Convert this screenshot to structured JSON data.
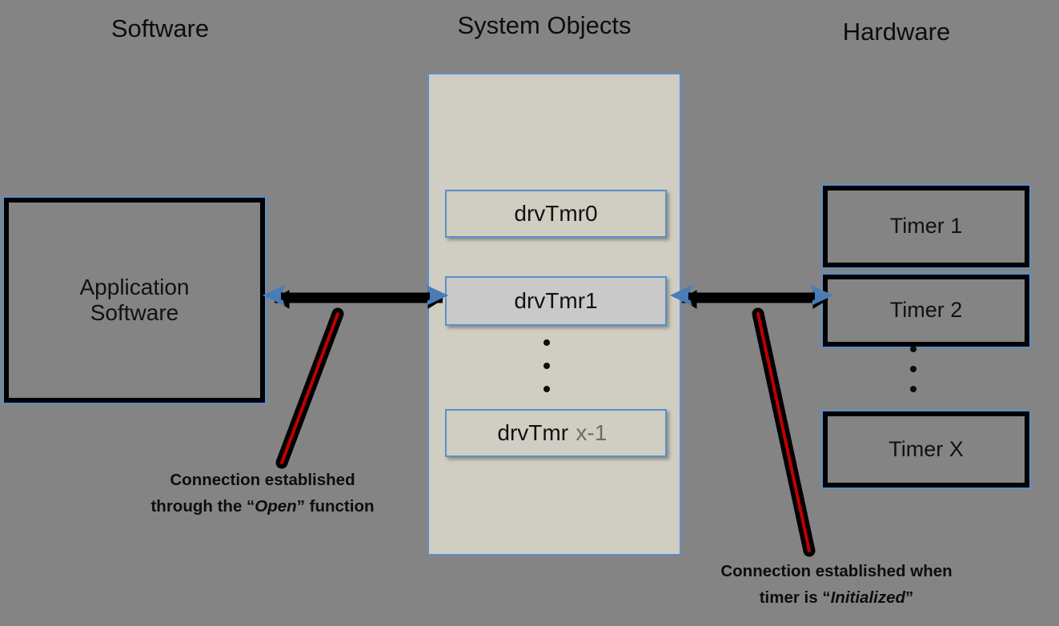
{
  "diagram": {
    "title_columns": [
      {
        "id": "software",
        "label": "Software"
      },
      {
        "id": "system-objects",
        "label": "System Objects"
      },
      {
        "id": "hardware",
        "label": "Hardware"
      }
    ],
    "software": {
      "box_label": "Application\nSoftware"
    },
    "system_objects": {
      "container_fill": "#d0cdc3",
      "items": [
        {
          "id": "drvtmr0",
          "base": "drvTmr0",
          "paren_open": "",
          "index": "",
          "paren_close": "",
          "highlighted": false
        },
        {
          "id": "drvtmr1",
          "base": "drvTmr1",
          "paren_open": "",
          "index": "",
          "paren_close": "",
          "highlighted": true
        },
        {
          "id": "drvtmrx-1",
          "base": "drvTmr",
          "paren_open": "(",
          "index": "x-1",
          "paren_close": ")",
          "highlighted": false
        }
      ],
      "ellipsis": "•••"
    },
    "hardware": {
      "items": [
        {
          "id": "timer1",
          "label": "Timer 1"
        },
        {
          "id": "timer2",
          "label": "Timer 2"
        },
        {
          "id": "timerx",
          "label": "Timer X"
        }
      ],
      "ellipsis": "•••"
    },
    "connectors": [
      {
        "id": "sw-to-sysobj",
        "kind": "double-arrow",
        "from": "Application Software",
        "to": "drvTmr1"
      },
      {
        "id": "sysobj-to-hw",
        "kind": "double-arrow",
        "from": "drvTmr1",
        "to": "Timer 2"
      }
    ],
    "annotations": [
      {
        "id": "open-note",
        "line1": "Connection established",
        "line2_prefix": "through the ",
        "line2_quote_open": "“",
        "line2_emphasis": "Open",
        "line2_quote_close": "”",
        "line2_suffix": " function"
      },
      {
        "id": "initialized-note",
        "line1": "Connection established when",
        "line2_prefix": "timer is ",
        "line2_quote_open": "“",
        "line2_emphasis": "Initialized",
        "line2_quote_close": "”",
        "line2_suffix": ""
      }
    ],
    "colors": {
      "background": "#848484",
      "accent_blue": "#5b8fc9",
      "outline_black": "#000000",
      "pointer_red": "#c00000",
      "panel_beige": "#d0cdc3",
      "highlight_gray": "#c9c9c9",
      "index_gray": "#6c6c6c",
      "paren_gray": "#cfcdc6"
    }
  }
}
